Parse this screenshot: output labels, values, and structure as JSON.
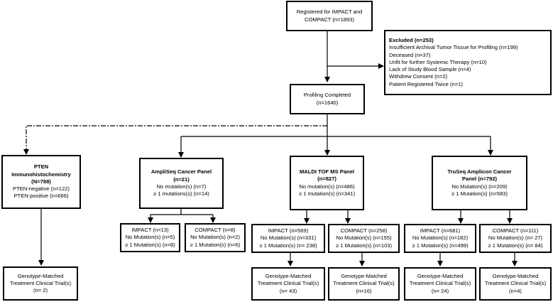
{
  "registered": {
    "line1": "Registered for IMPACT and",
    "line2": "COMPACT (n=1893)"
  },
  "excluded": {
    "title": "Excluded (n=253)",
    "reasons": [
      "Insufficient Archival Tumor Tissue for Profiling (n=199)",
      "Deceased (n=37)",
      "Unfit for further Systemic Therapy (n=10)",
      "Lack of Study Blood Sample (n=4)",
      "Withdrew Consent (n=2)",
      "Patient Registered Twice (n=1)"
    ]
  },
  "profiling": {
    "line1": "Profiling Completed",
    "line2": "(n=1640)"
  },
  "pten": {
    "title1": "PTEN",
    "title2": "Immunohistochemistry",
    "n": "(N=788)",
    "neg": "PTEN-negative (n=122)",
    "pos": "PTEN-positive (n=666)"
  },
  "ampliseq": {
    "title": "AmpliSeq Cancer Panel",
    "n": "(n=21)",
    "none": "No mutation(s) (n=7)",
    "some": "≥ 1 mutations(s) (n=14)"
  },
  "maldi": {
    "title": "MALDI TOF MS Panel",
    "n": "(n=827)",
    "none": "No mutation(s) (n=486)",
    "some": "≥ 1 mutation(s) (n=341)"
  },
  "truseq": {
    "title1": "TruSeq Amplicon Cancer",
    "title2": "Panel (n=792)",
    "none": "No Mutation(s) (n=209)",
    "some": "≥ 1 Mutation(s) (n=583)"
  },
  "sub": {
    "amp_impact": {
      "title": "IMPACT (n=13)",
      "none": "No Mutation(s) (n=5)",
      "some": "≥ 1 Mutation(s) (n=8)"
    },
    "amp_compact": {
      "title": "COMPACT (n=8)",
      "none": "No Mutation(s) (n=2)",
      "some": "≥ 1 Mutation(s) (n=6)"
    },
    "mal_impact": {
      "title": "IMPACT (n=569)",
      "none": "No Mutation(s) (n=331)",
      "some": "≥ 1 Mutation(s) (n= 238)"
    },
    "mal_compact": {
      "title": "COMPACT (n=258)",
      "none": "No Mutation(s) (n=155)",
      "some": "≥ 1 Mutation(s) (n=103)"
    },
    "tru_impact": {
      "title": "IMPACT (n=681)",
      "none": "No Mutation(s) (n=182)",
      "some": "≥ 1 Mutation(s) (n=499)"
    },
    "tru_compact": {
      "title": "COMPACT (n=111)",
      "none": "No Mutation(s) (n= 27)",
      "some": "≥ 1 Mutation(s) (n= 84)"
    }
  },
  "trials": {
    "line1": "Genotype-Matched",
    "line2": "Treatment Clinical Trial(s)",
    "pten": "(n= 2)",
    "mal_impact": "(n= 43)",
    "mal_compact": "(n=16)",
    "tru_impact": "(n= 24)",
    "tru_compact": "(n=4)"
  }
}
